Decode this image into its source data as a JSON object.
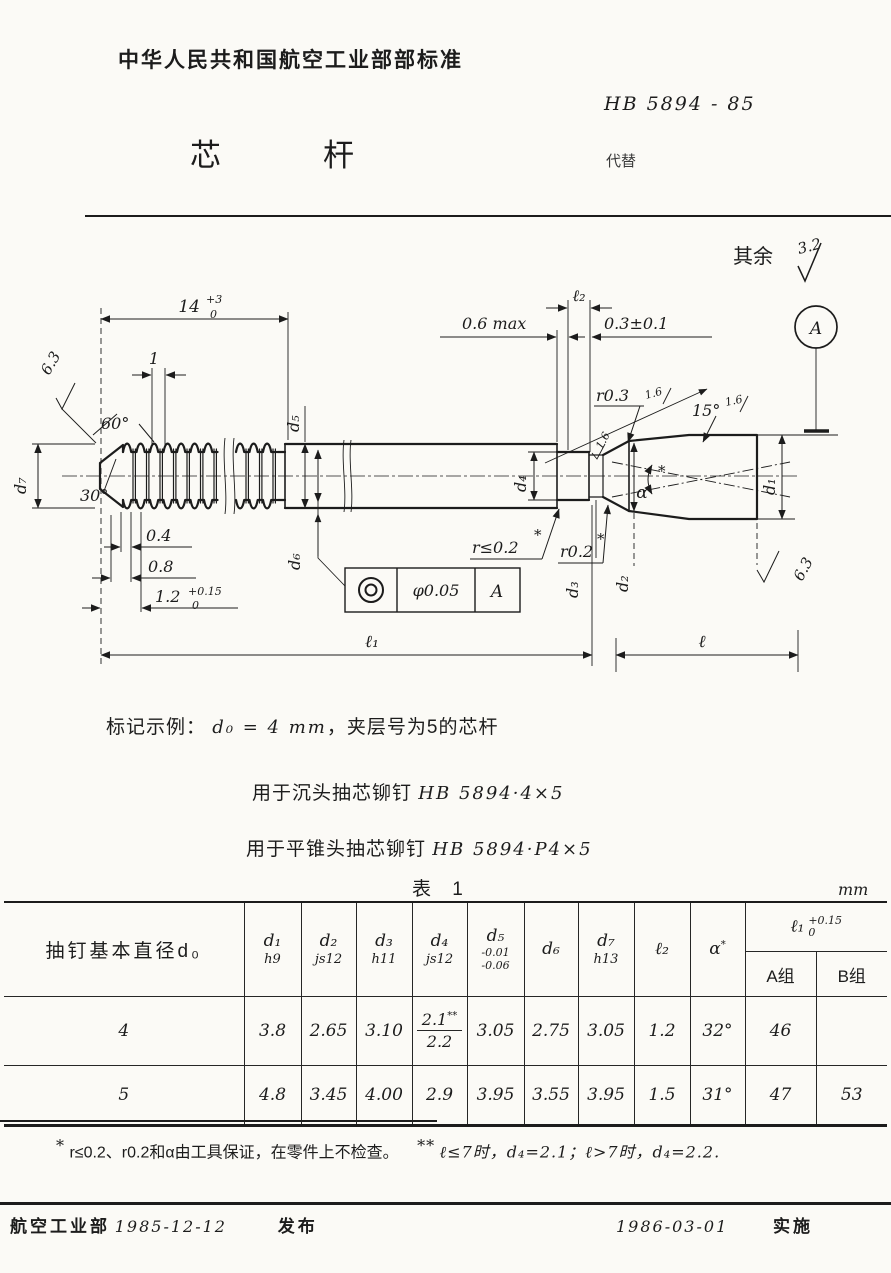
{
  "page": {
    "background": "#fbfaf6",
    "ink": "#1c1c1c"
  },
  "header": {
    "ministry_standard": "中华人民共和国航空工业部部标准",
    "standard_no": "HB 5894 - 85",
    "title": "芯杆",
    "replaces_label": "代替"
  },
  "drawing": {
    "general_roughness": {
      "prefix": "其余",
      "value": "3.2"
    },
    "datum_circle": "A",
    "tolerance_frame": {
      "concentricity_icon": "⊚",
      "value": "φ0.05",
      "datum": "A"
    },
    "labels": {
      "thread_length": "14",
      "thread_length_tol_up": "+3",
      "thread_length_tol_dn": "0",
      "pitch": "1",
      "angle_60": "60°",
      "angle_30": "30°",
      "rough_63_left": "6.3",
      "d7": "d₇",
      "dim_04": "0.4",
      "dim_08": "0.8",
      "dim_12": "1.2",
      "dim_12_tol_up": "+0.15",
      "dim_12_tol_dn": "0",
      "d5": "d₅",
      "d6": "d₆",
      "l2": "ℓ₂",
      "max_06": "0.6 max",
      "dim_03": "0.3±0.1",
      "r_03": "r0.3",
      "rough_16_neck": "1.6",
      "rough_16_chamfer": "1.6",
      "angle_15": "15°",
      "rough_16_head": "1.6",
      "d4": "d₄",
      "r_le_02": "r≤0.2",
      "r_le_02_star": "*",
      "r_02": "r0.2",
      "r_02_star": "*",
      "d3": "d₃",
      "d2": "d₂",
      "alpha": "α",
      "alpha_star": "*",
      "d1": "d₁",
      "rough_63_right": "6.3",
      "l1": "ℓ₁",
      "l": "ℓ"
    }
  },
  "marking": {
    "label": "标记示例：",
    "intro_formula": "d₀ = 4 mm",
    "intro_text": "，夹层号为5的芯杆",
    "line2_text": "用于沉头抽芯铆钉",
    "line2_code": "HB 5894·4×5",
    "line3_text": "用于平锥头抽芯铆钉",
    "line3_code": "HB 5894·P4×5"
  },
  "table": {
    "caption": "表 1",
    "unit": "mm",
    "row_header": "抽钉基本直径d₀",
    "cols": {
      "d1": "d₁",
      "d1_tol": "h9",
      "d2": "d₂",
      "d2_tol": "js12",
      "d3": "d₃",
      "d3_tol": "h11",
      "d4": "d₄",
      "d4_tol": "js12",
      "d5": "d₅",
      "d5_tol_up": "-0.01",
      "d5_tol_dn": "-0.06",
      "d6": "d₆",
      "d7": "d₇",
      "d7_tol": "h13",
      "l2": "ℓ₂",
      "alpha": "α",
      "alpha_star": "*",
      "l1": "ℓ₁",
      "l1_tol_up": "+0.15",
      "l1_tol_dn": "0",
      "group_a": "A组",
      "group_b": "B组"
    },
    "rows": [
      {
        "d0": "4",
        "d1": "3.8",
        "d2": "2.65",
        "d3": "3.10",
        "d4_top": "2.1",
        "d4_top_star": "**",
        "d4_bottom": "2.2",
        "d5": "3.05",
        "d6": "2.75",
        "d7": "3.05",
        "l2": "1.2",
        "alpha": "32°",
        "l1_a": "46",
        "l1_b": ""
      },
      {
        "d0": "5",
        "d1": "4.8",
        "d2": "3.45",
        "d3": "4.00",
        "d4": "2.9",
        "d5": "3.95",
        "d6": "3.55",
        "d7": "3.95",
        "l2": "1.5",
        "alpha": "31°",
        "l1_a": "47",
        "l1_b": "53"
      }
    ]
  },
  "footnotes": {
    "star1": "*",
    "note1": "r≤0.2、r0.2和α由工具保证，在零件上不检查。",
    "star2": "**",
    "note2": "ℓ≤7时，d₄=2.1；ℓ>7时，d₄=2.2."
  },
  "footer": {
    "issuer": "航空工业部",
    "issue_date": "1985-12-12",
    "issue_label": "发布",
    "impl_date": "1986-03-01",
    "impl_label": "实施"
  }
}
